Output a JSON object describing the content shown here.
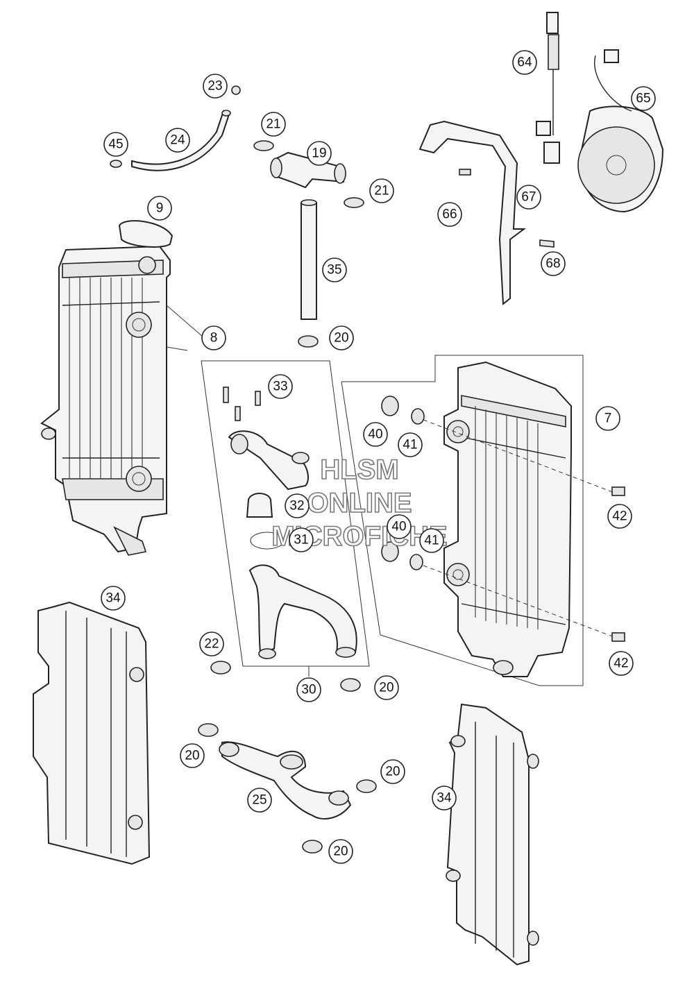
{
  "watermark": {
    "line1": "HLSM",
    "line2": "ONLINE",
    "line3": "MICROFICHE"
  },
  "callouts": {
    "c64": "64",
    "c65": "65",
    "c23": "23",
    "c21a": "21",
    "c45": "45",
    "c24": "24",
    "c19": "19",
    "c21b": "21",
    "c67": "67",
    "c66": "66",
    "c68": "68",
    "c9": "9",
    "c35": "35",
    "c8": "8",
    "c20a": "20",
    "c33": "33",
    "c7": "7",
    "c40a": "40",
    "c41a": "41",
    "c42a": "42",
    "c32": "32",
    "c40b": "40",
    "c41b": "41",
    "c31": "31",
    "c34a": "34",
    "c42b": "42",
    "c22": "22",
    "c30": "30",
    "c20b": "20",
    "c20c": "20",
    "c20d": "20",
    "c25": "25",
    "c34b": "34",
    "c20e": "20"
  }
}
